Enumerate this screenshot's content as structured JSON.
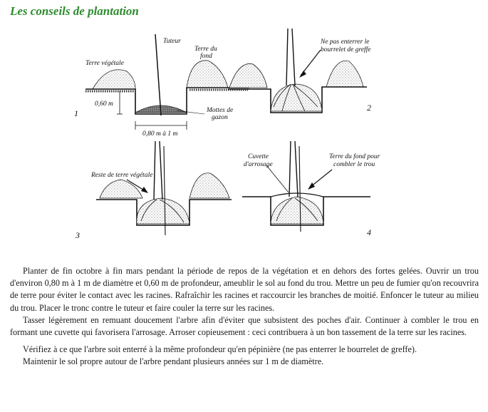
{
  "title": "Les conseils de plantation",
  "figure": {
    "panels": [
      "1",
      "2",
      "3",
      "4"
    ],
    "labels": {
      "tuteur": "Tuteur",
      "terre_vegetale": "Terre végétale",
      "terre_du_fond_1": "Terre du",
      "terre_du_fond_2": "fond",
      "profondeur": "0,60 m",
      "mottes_1": "Mottes de",
      "mottes_2": "gazon",
      "diametre": "0,80 m à 1 m",
      "ne_pas_enterrer_1": "Ne pas enterrer le",
      "ne_pas_enterrer_2": "bourrelet de greffe",
      "reste_terre": "Reste de terre végétale",
      "cuvette_1": "Cuvette",
      "cuvette_2": "d'arrosage",
      "terre_fond_combler_1": "Terre du fond pour",
      "terre_fond_combler_2": "combler le trou"
    }
  },
  "paragraphs": [
    "Planter de fin octobre à fin mars pendant la période de repos de la végétation et en dehors des fortes gelées. Ouvrir un trou d'environ 0,80 m à 1 m de diamètre et 0,60 m de profondeur, ameublir le sol au fond du trou. Mettre un peu de fumier qu'on recouvrira de terre pour éviter le contact avec les racines. Rafraîchir les racines et raccourcir les branches de moitié. Enfoncer le tuteur au milieu du trou. Placer le tronc contre le tuteur et faire couler la terre sur les racines.",
    "Tasser légèrement en remuant doucement l'arbre afin d'éviter que subsistent des poches d'air. Continuer à combler le trou en formant une cuvette qui favorisera l'arrosage. Arroser copieusement : ceci contribuera à un bon tassement de la terre sur les racines.",
    "Vérifiez à ce que l'arbre soit enterré à la même profondeur qu'en pépinière (ne pas enterrer le bourrelet de greffe).",
    "Maintenir le sol propre autour de l'arbre pendant plusieurs années sur 1 m de diamètre."
  ]
}
